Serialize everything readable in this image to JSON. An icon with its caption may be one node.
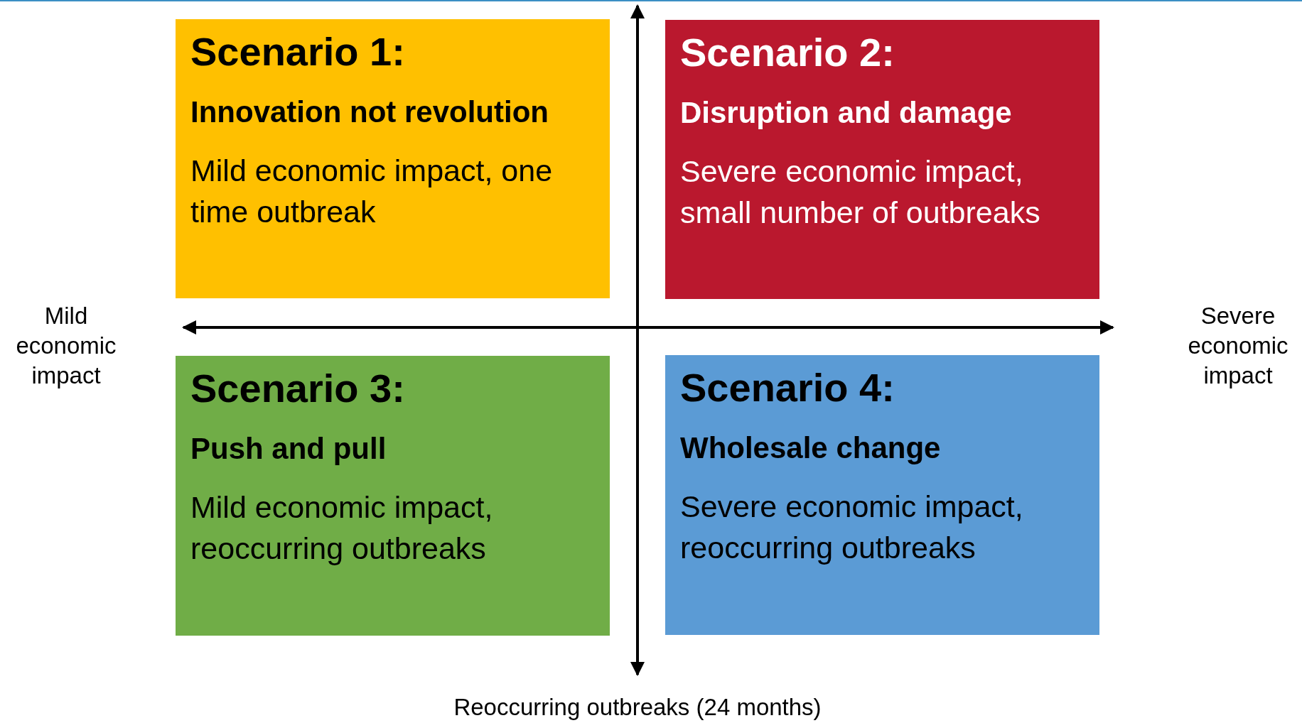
{
  "diagram": {
    "nodes": [
      {
        "text": [
          "Scenario 1:",
          "Innovation not revolution",
          "Mild economic impact, one time outbreak"
        ]
      },
      {
        "text": [
          "Scenario 2:",
          "Disruption and damage",
          "Severe economic impact, small number of outbreaks"
        ]
      },
      {
        "text": [
          "Scenario 3:",
          "Push and pull",
          "Mild economic impact, reoccurring outbreaks"
        ]
      },
      {
        "text": [
          "Scenario 4:",
          "Wholesale change",
          "Severe economic impact, reoccurring outbreaks"
        ]
      }
    ],
    "labels": [
      "Mild economic impact",
      "Severe economic impact",
      "Reoccurring outbreaks (24 months)"
    ]
  }
}
